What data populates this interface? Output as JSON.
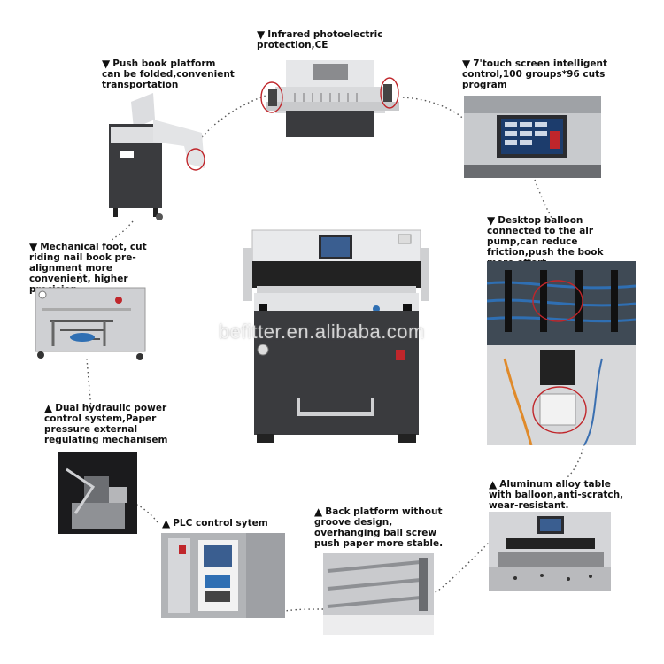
{
  "watermark": "befitter.en.alibaba.com",
  "captions": {
    "infrared": "Infrared photoelectric protection,CE",
    "push_book": "Push book platform can be folded,convenient transportation",
    "touch": "7'touch screen intelligent control,100 groups*96 cuts program",
    "balloon": "Desktop balloon connected to the air pump,can reduce friction,push the book more effort.",
    "mechanical": "Mechanical foot, cut riding nail book pre-alignment more convenient, higher precision",
    "hydraulic": "Dual hydraulic power control system,Paper pressure external regulating mechanisem",
    "aluminum": "Aluminum alloy table with balloon,anti-scratch, wear-resistant.",
    "plc": "PLC control sytem",
    "back_platform": "Back platform without groove design, overhanging ball screw push paper more stable."
  },
  "markers": {
    "down": "▼",
    "up": "▲"
  },
  "colors": {
    "machine_body": "#3a3b3e",
    "machine_top": "#e9eaec",
    "safety_red": "#c0262b",
    "accent_blue": "#2f6fb3"
  }
}
